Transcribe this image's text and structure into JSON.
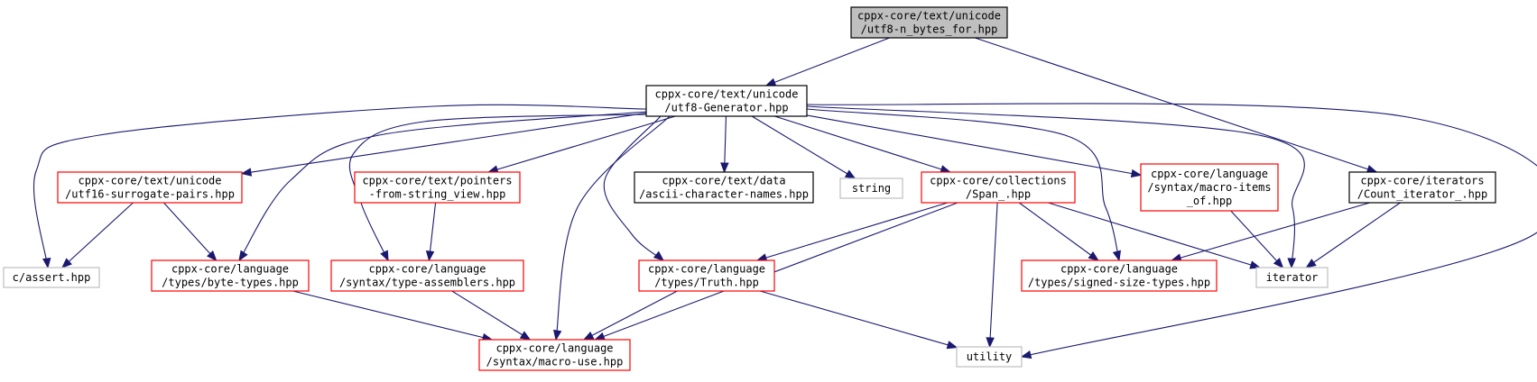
{
  "colors": {
    "edge": "#191970",
    "focus_fill": "#bfbfbf",
    "focus_border": "#000000",
    "documented_border": "#000000",
    "truncated_border": "#ff0000",
    "external_border": "#bfbfbf",
    "fill": "#ffffff"
  },
  "nodes": [
    {
      "id": "utf8n",
      "style": "focus",
      "lines": [
        "cppx-core/text/unicode",
        "/utf8-n_bytes_for.hpp"
      ]
    },
    {
      "id": "gen",
      "style": "documented",
      "lines": [
        "cppx-core/text/unicode",
        "/utf8-Generator.hpp"
      ]
    },
    {
      "id": "utf16",
      "style": "truncated",
      "lines": [
        "cppx-core/text/unicode",
        "/utf16-surrogate-pairs.hpp"
      ]
    },
    {
      "id": "ptrs",
      "style": "truncated",
      "lines": [
        "cppx-core/text/pointers",
        "-from-string_view.hpp"
      ]
    },
    {
      "id": "ascii",
      "style": "documented",
      "lines": [
        "cppx-core/text/data",
        "/ascii-character-names.hpp"
      ]
    },
    {
      "id": "string",
      "style": "external",
      "lines": [
        "string"
      ]
    },
    {
      "id": "span",
      "style": "truncated",
      "lines": [
        "cppx-core/collections",
        "/Span_.hpp"
      ]
    },
    {
      "id": "macroitems",
      "style": "truncated",
      "lines": [
        "cppx-core/language",
        "/syntax/macro-items",
        "_of.hpp"
      ]
    },
    {
      "id": "countit",
      "style": "documented",
      "lines": [
        "cppx-core/iterators",
        "/Count_iterator_.hpp"
      ]
    },
    {
      "id": "cassert",
      "style": "external",
      "lines": [
        "c/assert.hpp"
      ]
    },
    {
      "id": "bytetypes",
      "style": "truncated",
      "lines": [
        "cppx-core/language",
        "/types/byte-types.hpp"
      ]
    },
    {
      "id": "typeasm",
      "style": "truncated",
      "lines": [
        "cppx-core/language",
        "/syntax/type-assemblers.hpp"
      ]
    },
    {
      "id": "truth",
      "style": "truncated",
      "lines": [
        "cppx-core/language",
        "/types/Truth.hpp"
      ]
    },
    {
      "id": "signedsize",
      "style": "truncated",
      "lines": [
        "cppx-core/language",
        "/types/signed-size-types.hpp"
      ]
    },
    {
      "id": "iterator",
      "style": "external",
      "lines": [
        "iterator"
      ]
    },
    {
      "id": "macrouse",
      "style": "truncated",
      "lines": [
        "cppx-core/language",
        "/syntax/macro-use.hpp"
      ]
    },
    {
      "id": "utility",
      "style": "external",
      "lines": [
        "utility"
      ]
    }
  ],
  "edges": [
    [
      "utf8n",
      "gen"
    ],
    [
      "utf8n",
      "countit"
    ],
    [
      "gen",
      "utf16"
    ],
    [
      "gen",
      "ptrs"
    ],
    [
      "gen",
      "ascii"
    ],
    [
      "gen",
      "string"
    ],
    [
      "gen",
      "span"
    ],
    [
      "gen",
      "macroitems"
    ],
    [
      "gen",
      "cassert"
    ],
    [
      "gen",
      "bytetypes"
    ],
    [
      "gen",
      "typeasm"
    ],
    [
      "gen",
      "truth"
    ],
    [
      "gen",
      "signedsize"
    ],
    [
      "gen",
      "iterator"
    ],
    [
      "gen",
      "macrouse"
    ],
    [
      "gen",
      "utility"
    ],
    [
      "utf16",
      "cassert"
    ],
    [
      "utf16",
      "bytetypes"
    ],
    [
      "ptrs",
      "typeasm"
    ],
    [
      "span",
      "truth"
    ],
    [
      "span",
      "signedsize"
    ],
    [
      "span",
      "iterator"
    ],
    [
      "span",
      "macrouse"
    ],
    [
      "span",
      "utility"
    ],
    [
      "macroitems",
      "iterator"
    ],
    [
      "countit",
      "signedsize"
    ],
    [
      "countit",
      "iterator"
    ],
    [
      "bytetypes",
      "macrouse"
    ],
    [
      "typeasm",
      "macrouse"
    ],
    [
      "truth",
      "macrouse"
    ],
    [
      "truth",
      "utility"
    ]
  ]
}
